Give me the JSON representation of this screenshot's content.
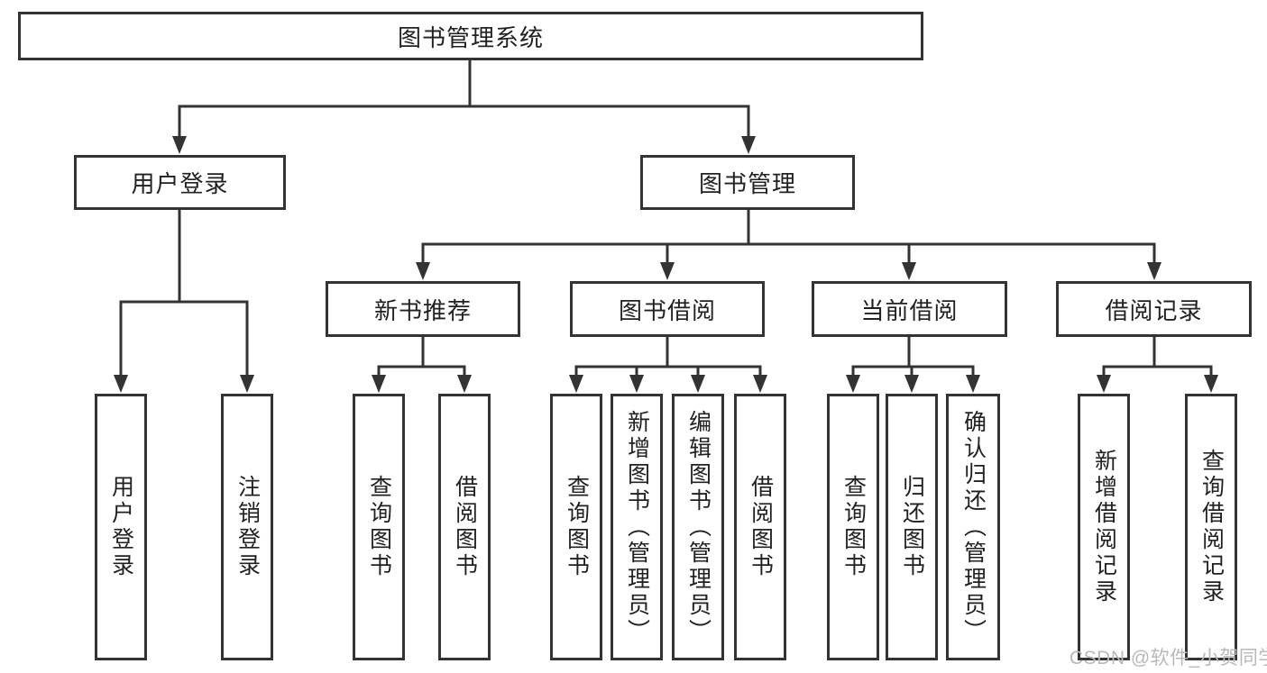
{
  "title": {
    "label": "图书管理系统"
  },
  "level2": {
    "user_login": {
      "label": "用户登录"
    },
    "book_mgmt": {
      "label": "图书管理"
    }
  },
  "level3": {
    "new_book": {
      "label": "新书推荐"
    },
    "book_borrow": {
      "label": "图书借阅"
    },
    "current_borrow": {
      "label": "当前借阅"
    },
    "borrow_record": {
      "label": "借阅记录"
    }
  },
  "leaves": {
    "user_login": [
      {
        "label": "用户登录"
      },
      {
        "label": "注销登录"
      }
    ],
    "new_book": [
      {
        "label": "查询图书"
      },
      {
        "label": "借阅图书"
      }
    ],
    "book_borrow": [
      {
        "label": "查询图书"
      },
      {
        "label": "新增图书（管理员）"
      },
      {
        "label": "编辑图书（管理员）"
      },
      {
        "label": "借阅图书"
      }
    ],
    "current_borrow": [
      {
        "label": "查询图书"
      },
      {
        "label": "归还图书"
      },
      {
        "label": "确认归还（管理员）"
      }
    ],
    "borrow_record": [
      {
        "label": "新增借阅记录"
      },
      {
        "label": "查询借阅记录"
      }
    ]
  },
  "watermark": {
    "text": "CSDN @软件_小贺同学"
  },
  "colors": {
    "line": "#333333",
    "text": "#212121",
    "watermark": "#b9b9b9",
    "background": "#ffffff"
  }
}
